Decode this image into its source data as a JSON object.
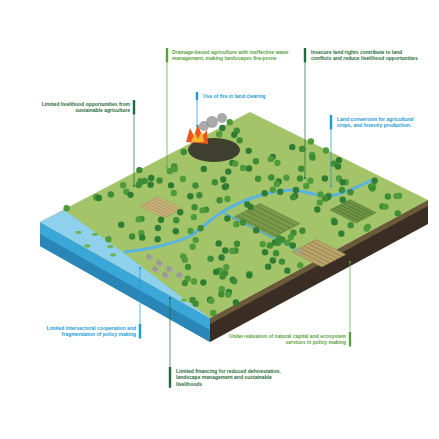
{
  "diagram": {
    "labels": [
      "Drainage-based agriculture with ineffective water management, making landscapes fire-prone",
      "Insecure land rights contribute to land conflicts and reduce livelihood opportunities",
      "Limited livelihood opportunities from sustainable agriculture",
      "Use of fire in land clearing",
      "Land conversion for agricultural crops, and forestry production.",
      "Limited intersectoral cooperation and fragmentation of policy making",
      "Under-valuation of natural capital and ecosystem services in policy making",
      "Limited financing for reduced deforestation, landscape management and sustainable livelihoods"
    ]
  }
}
